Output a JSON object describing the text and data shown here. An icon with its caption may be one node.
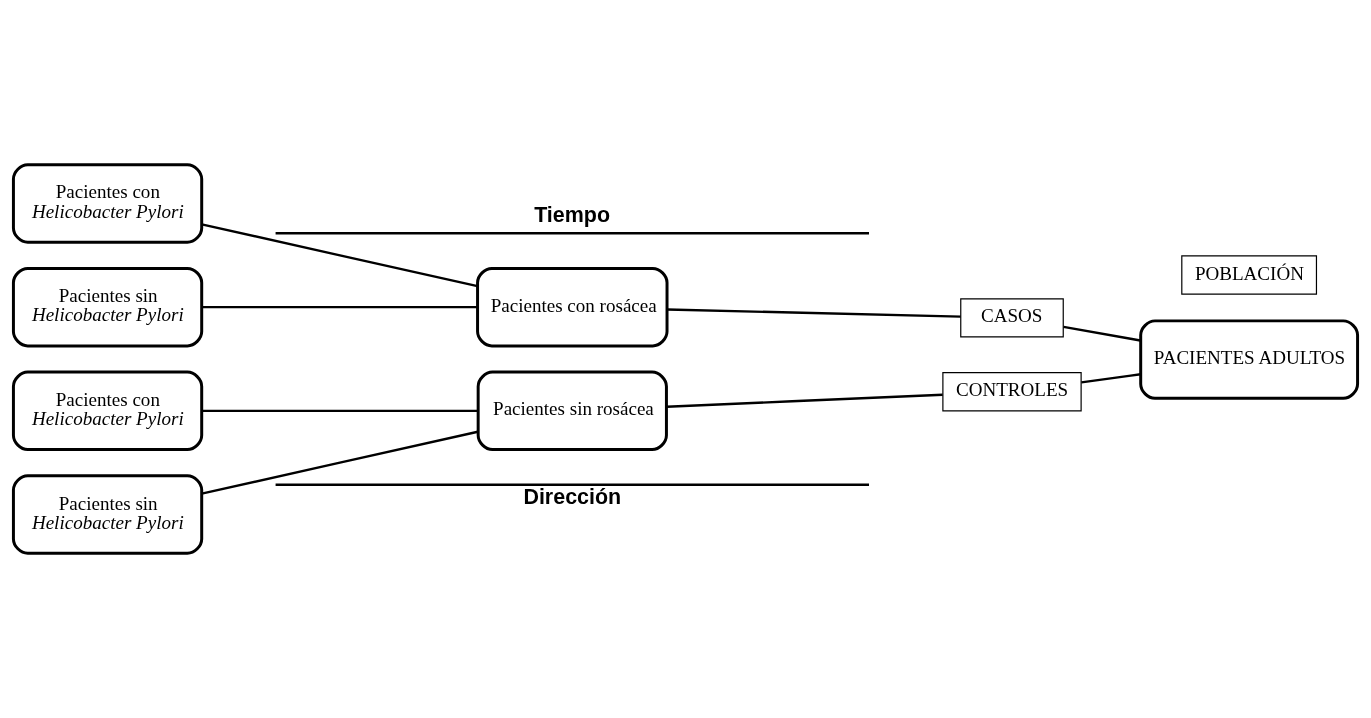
{
  "diagram": {
    "nodes": [
      {
        "text": [
          "Pacientes con",
          "*Helicobacter Pylori*"
        ]
      },
      {
        "text": [
          "Pacientes sin",
          "*Helicobacter Pylori*"
        ]
      },
      {
        "text": [
          "Pacientes con rosácea"
        ]
      },
      {
        "text": [
          "CASOS"
        ]
      },
      {
        "text": [
          "POBLACIÓN"
        ]
      },
      {
        "text": [
          "PACIENTES ADULTOS"
        ]
      },
      {
        "text": [
          "Pacientes con",
          "*Helicobacter Pylori*"
        ]
      },
      {
        "text": [
          "Pacientes sin",
          "*Helicobacter Pylori*"
        ]
      },
      {
        "text": [
          "Pacientes sin rosácea"
        ]
      },
      {
        "text": [
          "CONTROLES"
        ]
      }
    ],
    "edges": [
      {
        "from": 0,
        "to": 2,
        "arrow": "none"
      },
      {
        "from": 1,
        "to": 2,
        "arrow": "none"
      },
      {
        "from": 2,
        "to": 3,
        "arrow": "none"
      },
      {
        "from": 3,
        "to": 5,
        "arrow": "none"
      },
      {
        "from": 6,
        "to": 8,
        "arrow": "none"
      },
      {
        "from": 7,
        "to": 8,
        "arrow": "none"
      },
      {
        "from": 8,
        "to": 9,
        "arrow": "none"
      },
      {
        "from": 9,
        "to": 5,
        "arrow": "none"
      }
    ],
    "labels": [
      "Tiempo",
      "Dirección"
    ]
  }
}
